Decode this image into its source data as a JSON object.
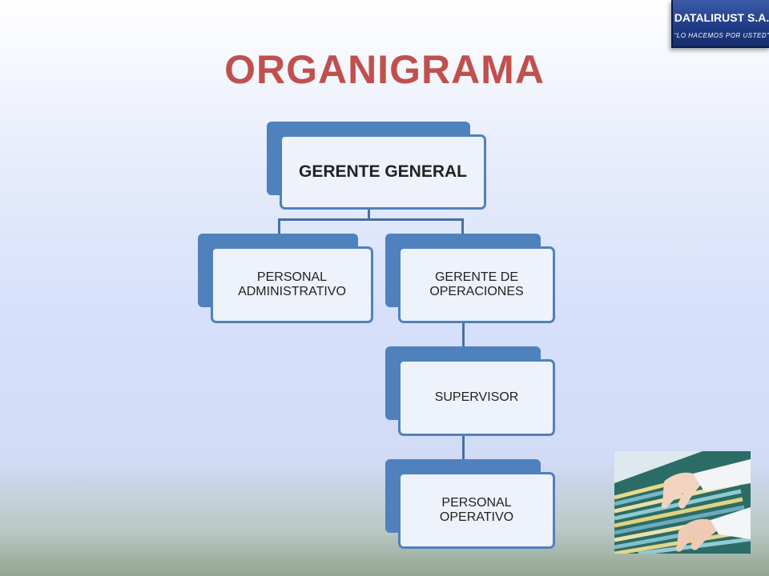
{
  "slide": {
    "title": "ORGANIGRAMA"
  },
  "logo": {
    "name": "DATALIRUST S.A.",
    "slogan": "“LO HACEMOS POR USTED”"
  },
  "org_chart": {
    "nodes": [
      {
        "id": "gerente-general",
        "label": "GERENTE GENERAL",
        "parent": null
      },
      {
        "id": "personal-administrativo",
        "label_lines": [
          "PERSONAL",
          "ADMINISTRATIVO"
        ],
        "parent": "gerente-general"
      },
      {
        "id": "gerente-operaciones",
        "label_lines": [
          "GERENTE DE",
          "OPERACIONES"
        ],
        "parent": "gerente-general"
      },
      {
        "id": "supervisor",
        "label": "SUPERVISOR",
        "parent": "gerente-operaciones"
      },
      {
        "id": "personal-operativo",
        "label_lines": [
          "PERSONAL",
          "OPERATIVO"
        ],
        "parent": "supervisor"
      }
    ]
  },
  "colors": {
    "title": "#c0504d",
    "box_border": "#4f81bd",
    "box_fill": "#eef2fa",
    "connector": "#4a6f9f",
    "logo_bg": "#1f3a85"
  },
  "decorative_image": {
    "icon": "hands-filing-folders-photo"
  }
}
